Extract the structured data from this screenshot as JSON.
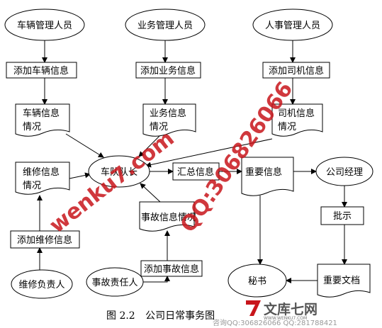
{
  "diagram": {
    "ellipses": {
      "vehicle_manager": "车辆管理人员",
      "business_manager": "业务管理人员",
      "hr_manager": "人事管理人员",
      "fleet": "车队队长",
      "company_manager": "公司经理",
      "repair_head": "维修负责人",
      "accident_head": "事故责任人",
      "secretary": "秘书"
    },
    "processes": {
      "add_vehicle": "添加车辆信息",
      "add_business": "添加业务信息",
      "add_driver": "添加司机信息",
      "summary": "汇总信息",
      "approve": "批示",
      "add_repair": "添加维修信息",
      "add_accident": "添加事故信息"
    },
    "documents": {
      "vehicle_info": [
        "车辆信息",
        "情况"
      ],
      "business_info": [
        "业务信息",
        "情况"
      ],
      "driver_info": [
        "司机信息",
        "情况"
      ],
      "repair_info": [
        "维修信息",
        "情况"
      ],
      "important_info": "重要信息",
      "accident_info": "事故信息情况",
      "important_doc": "重要文档"
    }
  },
  "caption": {
    "number": "图 2.2",
    "title": "公司日常事务图"
  },
  "watermarks": {
    "wenku": "wenku7.com",
    "qq": "QQ:306826066",
    "brand": "文库七网",
    "url": "WWW.WENKU7.COM",
    "contact": "咨询QQ:306826066  QQ:281788421"
  },
  "colors": {
    "watermark_red": "#c8151b",
    "watermark_gray": "#9a9a9a",
    "line": "#000000"
  }
}
